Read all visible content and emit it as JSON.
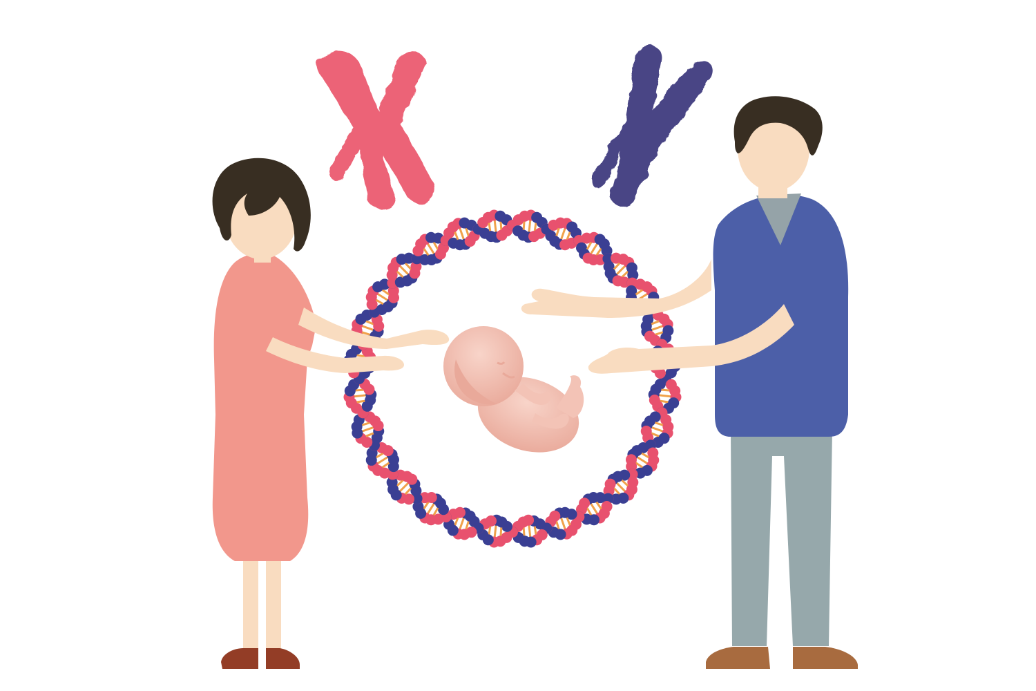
{
  "colors": {
    "background": "#ffffff",
    "skin": "#f9dcc0",
    "hair": "#382e22",
    "woman_dress": "#f2978c",
    "woman_shoes": "#933d26",
    "man_shirt": "#4c5fa8",
    "man_collar": "#95a3a8",
    "man_pants": "#96a8ab",
    "man_shoes": "#a86b3f",
    "x_chromosome": "#ec6477",
    "y_chromosome": "#4a4585",
    "dna_pink": "#e8516e",
    "dna_blue": "#3a3f93",
    "dna_rung": "#f0a14a",
    "fetus": "#f3c3b6",
    "fetus_shade": "#e9a99a"
  },
  "figures": {
    "chromosomes": [
      "x-chromosome",
      "y-chromosome"
    ],
    "people": [
      "woman",
      "man"
    ],
    "center": [
      "dna-ring",
      "fetus"
    ]
  },
  "dna_ring": {
    "turns": 14,
    "pairs_per_turn": 6
  }
}
